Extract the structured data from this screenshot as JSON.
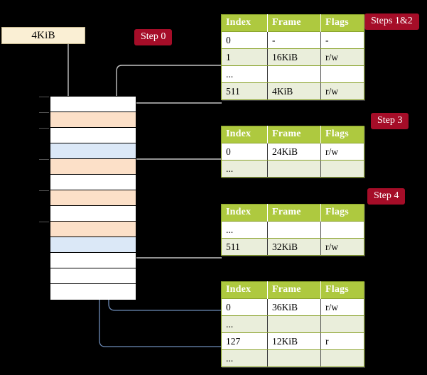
{
  "diagram": {
    "title_hidden": "Multi-level page table walk",
    "background_color": "#000000",
    "accent_badge_color": "#a50d28",
    "table_header_color": "#aec93f",
    "table_alt_row_color": "#eaeedb",
    "highlight_color": "#f6f6a5",
    "memory_orange": "#fce0c8",
    "memory_blue": "#dbe8f7",
    "box_cream": "#faefd4"
  },
  "virtual_address_box": {
    "label": "4KiB"
  },
  "badges": [
    {
      "name": "step-0",
      "label": "Step 0"
    },
    {
      "name": "steps-1-2",
      "label": "Steps 1&2"
    },
    {
      "name": "step-3",
      "label": "Step 3"
    },
    {
      "name": "step-4",
      "label": "Step 4"
    }
  ],
  "tables": [
    {
      "name": "page-table-level-1",
      "columns": [
        "Index",
        "Frame",
        "Flags"
      ],
      "rows": [
        {
          "cells": [
            "0",
            "-",
            "-"
          ],
          "alt": false,
          "highlight": false
        },
        {
          "cells": [
            "1",
            "16KiB",
            "r/w"
          ],
          "alt": true,
          "highlight": false
        },
        {
          "cells": [
            "...",
            "",
            ""
          ],
          "alt": false,
          "highlight": false
        },
        {
          "cells": [
            "511",
            "4KiB",
            "r/w"
          ],
          "alt": true,
          "highlight": true
        }
      ]
    },
    {
      "name": "page-table-level-2",
      "columns": [
        "Index",
        "Frame",
        "Flags"
      ],
      "rows": [
        {
          "cells": [
            "0",
            "24KiB",
            "r/w"
          ],
          "alt": false,
          "highlight": false
        },
        {
          "cells": [
            "...",
            "",
            ""
          ],
          "alt": true,
          "highlight": false
        }
      ]
    },
    {
      "name": "page-table-level-3",
      "columns": [
        "Index",
        "Frame",
        "Flags"
      ],
      "rows": [
        {
          "cells": [
            "...",
            "",
            ""
          ],
          "alt": false,
          "highlight": false
        },
        {
          "cells": [
            "511",
            "32KiB",
            "r/w"
          ],
          "alt": true,
          "highlight": false
        }
      ]
    },
    {
      "name": "page-table-level-4",
      "columns": [
        "Index",
        "Frame",
        "Flags"
      ],
      "rows": [
        {
          "cells": [
            "0",
            "36KiB",
            "r/w"
          ],
          "alt": false,
          "highlight": false
        },
        {
          "cells": [
            "...",
            "",
            ""
          ],
          "alt": true,
          "highlight": false
        },
        {
          "cells": [
            "127",
            "12KiB",
            "r"
          ],
          "alt": false,
          "highlight": false
        },
        {
          "cells": [
            "...",
            "",
            ""
          ],
          "alt": true,
          "highlight": false
        }
      ]
    }
  ],
  "memory_bar": {
    "name": "physical-memory-bar",
    "rows": [
      {
        "fill": "white"
      },
      {
        "fill": "orange"
      },
      {
        "fill": "white"
      },
      {
        "fill": "blue"
      },
      {
        "fill": "orange"
      },
      {
        "fill": "white"
      },
      {
        "fill": "orange"
      },
      {
        "fill": "white"
      },
      {
        "fill": "orange"
      },
      {
        "fill": "blue"
      },
      {
        "fill": "white"
      },
      {
        "fill": "white"
      },
      {
        "fill": "white"
      }
    ],
    "tick_rows": [
      0,
      1,
      2,
      4,
      6,
      8
    ]
  }
}
